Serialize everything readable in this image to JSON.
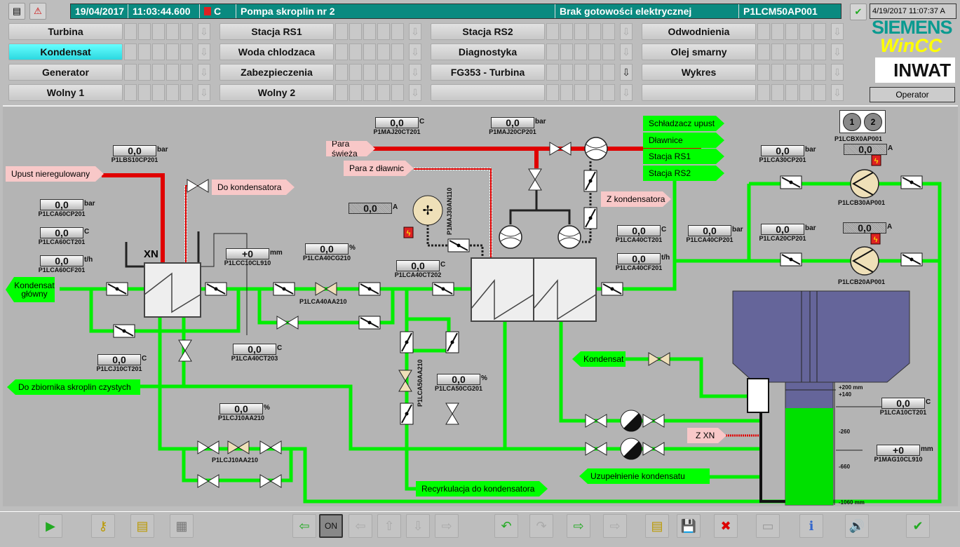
{
  "header": {
    "date": "19/04/2017",
    "time": "11:03:44.600",
    "alarm_class": "C",
    "object": "Pompa skroplin nr 2",
    "message": "Brak gotowości elektrycznej",
    "tag": "P1LCM50AP001",
    "clock": "4/19/2017 11:07:37 A",
    "user": "Operator"
  },
  "logo": {
    "siemens": "SIEMENS",
    "wincc": "WinCC",
    "inwat": "INWAT"
  },
  "nav": [
    [
      "Turbina",
      "Kondensat",
      "Generator",
      "Wolny 1"
    ],
    [
      "Stacja RS1",
      "Woda chlodzaca",
      "Zabezpieczenia",
      "Wolny 2"
    ],
    [
      "Stacja RS2",
      "Diagnostyka",
      "FG353 - Turbina",
      ""
    ],
    [
      "Odwodnienia",
      "Olej smarny",
      "Wykres",
      ""
    ]
  ],
  "nav_active": "Kondensat",
  "values": {
    "P1LBS10CP201": {
      "v": "0,0",
      "u": "bar",
      "t": "P1LBS10CP201"
    },
    "P1LCA60CP201": {
      "v": "0,0",
      "u": "bar",
      "t": "P1LCA60CP201"
    },
    "P1LCA60CT201": {
      "v": "0,0",
      "u": "C",
      "t": "P1LCA60CT201"
    },
    "P1LCA60CF201": {
      "v": "0,0",
      "u": "t/h",
      "t": "P1LCA60CF201"
    },
    "P1LCC10CL910": {
      "v": "+0",
      "u": "mm",
      "t": "P1LCC10CL910"
    },
    "P1LCA40CG210": {
      "v": "0,0",
      "u": "%",
      "t": "P1LCA40CG210"
    },
    "P1LCA40CT202": {
      "v": "0,0",
      "u": "C",
      "t": "P1LCA40CT202"
    },
    "P1MAJ20CT201": {
      "v": "0,0",
      "u": "C",
      "t": "P1MAJ20CT201"
    },
    "P1MAJ20CP201": {
      "v": "0,0",
      "u": "bar",
      "t": "P1MAJ20CP201"
    },
    "fan_current": {
      "v": "0,0",
      "u": "A"
    },
    "P1LCA40CT201": {
      "v": "0,0",
      "u": "C",
      "t": "P1LCA40CT201"
    },
    "P1LCA40CF201": {
      "v": "0,0",
      "u": "t/h",
      "t": "P1LCA40CF201"
    },
    "P1LCA40CP201": {
      "v": "0,0",
      "u": "bar",
      "t": "P1LCA40CP201"
    },
    "P1LCA30CP201": {
      "v": "0,0",
      "u": "bar",
      "t": "P1LCA30CP201"
    },
    "P1LCA20CP201": {
      "v": "0,0",
      "u": "bar",
      "t": "P1LCA20CP201"
    },
    "pump30_current": {
      "v": "0,0",
      "u": "A"
    },
    "pump20_current": {
      "v": "0,0",
      "u": "A"
    },
    "P1LCA40CT203": {
      "v": "0,0",
      "u": "C",
      "t": "P1LCA40CT203"
    },
    "P1LCJ10CT201": {
      "v": "0,0",
      "u": "C",
      "t": "P1LCJ10CT201"
    },
    "P1LCJ10AA210": {
      "v": "0,0",
      "u": "%",
      "t": "P1LCJ10AA210"
    },
    "P1LCA50CG201": {
      "v": "0,0",
      "u": "%",
      "t": "P1LCA50CG201"
    },
    "P1LCA10CT201": {
      "v": "0,0",
      "u": "C",
      "t": "P1LCA10CT201"
    },
    "P1MAG10CL910": {
      "v": "+0",
      "u": "mm",
      "t": "P1MAG10CL910"
    }
  },
  "labels": {
    "valve40": "P1LCA40AA210",
    "fan": "P1MAJ30AN110",
    "valve50": "P1LCA50AA210",
    "valveJ10": "P1LCJ10AA210",
    "pump30": "P1LCB30AP001",
    "pump20": "P1LCB20AP001",
    "pumpsel": "P1LCBX0AP001",
    "pump1": "1",
    "pump2": "2",
    "xn": "XN"
  },
  "tags": {
    "upust": "Upust nieregulowany",
    "do_kond": "Do kondensatora",
    "para_swieza": "Para świeża",
    "para_dlawnic": "Para z dławnic",
    "z_kond": "Z kondensatora",
    "z_xn": "Z XN",
    "kond_glowny": "Kondensat główny",
    "schladzacz": "Schładzacz upust",
    "dlawnice": "Dławnice",
    "rs1": "Stacja RS1",
    "rs2": "Stacja RS2",
    "do_zbiornika": "Do zbiornika skroplin czystych",
    "recyrkulacja": "Recyrkulacja do kondensatora",
    "kondensat": "Kondensat",
    "uzupelnienie": "Uzupełnienie kondensatu"
  },
  "hotwell": {
    "level_fill_mm": -150,
    "scale": [
      "+200 mm",
      "+140",
      "-260",
      "-660",
      "-1060 mm"
    ]
  },
  "toolbar": {
    "on_label": "ON"
  },
  "colors": {
    "header": "#0a8a80",
    "condensate": "#00ee00",
    "steam": "#e00000",
    "hotwell": "#65659a",
    "active_nav": "#33dde6"
  }
}
